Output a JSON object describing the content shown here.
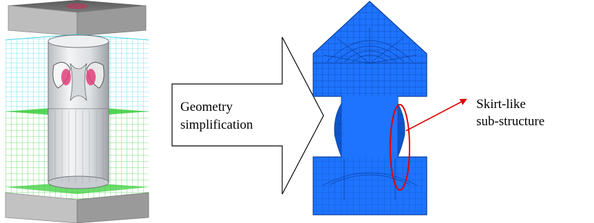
{
  "arrow": {
    "line1": "Geometry",
    "line2": "simplification"
  },
  "callout": {
    "line1": "Skirt-like",
    "line2": "sub-structure"
  },
  "colors": {
    "mesh_blue": "#1e73ff",
    "mesh_line": "#0a3f9e",
    "cyan_grid": "#3fd3e6",
    "green_grid": "#3ccf3c",
    "gray_block": "#a8a8a8",
    "callout_red": "#e00000",
    "cavity_pink": "#e0407a"
  }
}
